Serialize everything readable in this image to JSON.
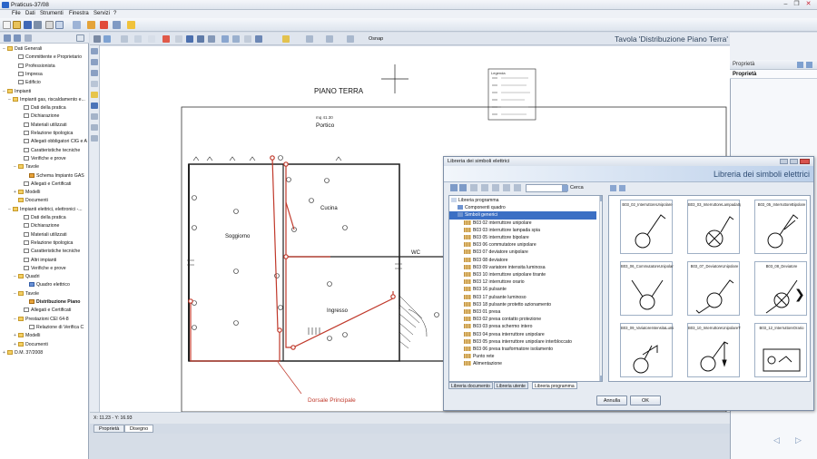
{
  "window": {
    "title": "Praticus-37/08",
    "controls": [
      "–",
      "❐",
      "✕"
    ]
  },
  "menu": [
    "File",
    "Dati",
    "Strumenti",
    "Finestra",
    "Servizi",
    "?"
  ],
  "left_tree": [
    {
      "label": "Dati Generali",
      "indent": 0,
      "pm": "–",
      "icon": "folder"
    },
    {
      "label": "Committente e Proprietario",
      "indent": 2,
      "icon": "doc"
    },
    {
      "label": "Professionista",
      "indent": 2,
      "icon": "doc"
    },
    {
      "label": "Impresa",
      "indent": 2,
      "icon": "doc"
    },
    {
      "label": "Edificio",
      "indent": 2,
      "icon": "doc"
    },
    {
      "label": "Impianti",
      "indent": 0,
      "pm": "–",
      "icon": "folder"
    },
    {
      "label": "Impianti gas, riscaldamento e...",
      "indent": 1,
      "pm": "–",
      "icon": "folder"
    },
    {
      "label": "Dati della pratica",
      "indent": 3,
      "icon": "doc"
    },
    {
      "label": "Dichiarazione",
      "indent": 3,
      "icon": "doc"
    },
    {
      "label": "Materiali utilizzati",
      "indent": 3,
      "icon": "doc"
    },
    {
      "label": "Relazione tipologica",
      "indent": 3,
      "icon": "doc"
    },
    {
      "label": "Allegati obbligatori CIG e A",
      "indent": 3,
      "icon": "doc"
    },
    {
      "label": "Caratteristiche tecniche",
      "indent": 3,
      "icon": "doc"
    },
    {
      "label": "Verifiche e prove",
      "indent": 3,
      "icon": "doc"
    },
    {
      "label": "Tavole",
      "indent": 2,
      "pm": "–",
      "icon": "folder"
    },
    {
      "label": "Schema Impianto GAS",
      "indent": 4,
      "icon": "red"
    },
    {
      "label": "Allegati e Certificati",
      "indent": 3,
      "icon": "doc"
    },
    {
      "label": "Modelli",
      "indent": 2,
      "pm": "+",
      "icon": "folder"
    },
    {
      "label": "Documenti",
      "indent": 2,
      "icon": "folder"
    },
    {
      "label": "Impianti elettrici, elettronici -...",
      "indent": 1,
      "pm": "–",
      "icon": "folder"
    },
    {
      "label": "Dati della pratica",
      "indent": 3,
      "icon": "doc"
    },
    {
      "label": "Dichiarazione",
      "indent": 3,
      "icon": "doc"
    },
    {
      "label": "Materiali utilizzati",
      "indent": 3,
      "icon": "doc"
    },
    {
      "label": "Relazione tipologica",
      "indent": 3,
      "icon": "doc"
    },
    {
      "label": "Caratteristiche tecniche",
      "indent": 3,
      "icon": "doc"
    },
    {
      "label": "Altri impianti",
      "indent": 3,
      "icon": "doc"
    },
    {
      "label": "Verifiche e prove",
      "indent": 3,
      "icon": "doc"
    },
    {
      "label": "Quadri",
      "indent": 2,
      "pm": "–",
      "icon": "folder"
    },
    {
      "label": "Quadro elettrico",
      "indent": 4,
      "icon": "blue"
    },
    {
      "label": "Tavole",
      "indent": 2,
      "pm": "–",
      "icon": "folder"
    },
    {
      "label": "Distribuzione Piano",
      "indent": 4,
      "icon": "red",
      "selected": true
    },
    {
      "label": "Allegati e Certificati",
      "indent": 3,
      "icon": "doc"
    },
    {
      "label": "Prestazioni CEI 64-8",
      "indent": 2,
      "pm": "–",
      "icon": "folder"
    },
    {
      "label": "Relazione di Verifica C",
      "indent": 4,
      "icon": "doc"
    },
    {
      "label": "Modelli",
      "indent": 2,
      "pm": "+",
      "icon": "folder"
    },
    {
      "label": "Documenti",
      "indent": 2,
      "pm": "+",
      "icon": "folder"
    },
    {
      "label": "D.M. 37/2008",
      "indent": 0,
      "pm": "+",
      "icon": "folder"
    }
  ],
  "drawing": {
    "view_title": "Tavola 'Distribuzione Piano Terra'",
    "osnap": "Osnap",
    "plan_title": "PIANO TERRA",
    "rooms": {
      "portico": "Portico",
      "portico_area": "mq 41.30",
      "cucina": "Cucina",
      "soggiorno": "Soggiorno",
      "ingresso": "Ingresso",
      "wc": "WC"
    },
    "dorsale": "Dorsale Principale",
    "legend": "Legenda",
    "coords": "X: 11.23 - Y: 16.93"
  },
  "bottom_tabs": [
    "Proprietà",
    "Disegno"
  ],
  "properties": {
    "header": "Proprietà",
    "sub": "Proprietà"
  },
  "dialog": {
    "title": "Libreria dei simboli elettrici",
    "banner": "Libreria dei simboli elettrici",
    "search_label": "Cerca",
    "tree": [
      {
        "label": "Libreria programma",
        "indent": 0,
        "kind": "root"
      },
      {
        "label": "Componenti quadro",
        "indent": 1,
        "kind": "folder"
      },
      {
        "label": "Simboli generici",
        "indent": 1,
        "kind": "folder",
        "highlight": true
      },
      {
        "label": "B03 02 interruttore unipolare",
        "indent": 2,
        "kind": "sym"
      },
      {
        "label": "B03 03 interruttore lampada spia",
        "indent": 2,
        "kind": "sym"
      },
      {
        "label": "B03 05 interruttore bipolare",
        "indent": 2,
        "kind": "sym"
      },
      {
        "label": "B03 06 commutatore unipolare",
        "indent": 2,
        "kind": "sym"
      },
      {
        "label": "B03 07 deviatore unipolare",
        "indent": 2,
        "kind": "sym"
      },
      {
        "label": "B03 08 deviatore",
        "indent": 2,
        "kind": "sym"
      },
      {
        "label": "B03 09 variatore intensita luminosa",
        "indent": 2,
        "kind": "sym"
      },
      {
        "label": "B03 10 interruttore unipolare tirante",
        "indent": 2,
        "kind": "sym"
      },
      {
        "label": "B03 12 interruttore orario",
        "indent": 2,
        "kind": "sym"
      },
      {
        "label": "B03 16 pulsante",
        "indent": 2,
        "kind": "sym"
      },
      {
        "label": "B03 17 pulsante luminoso",
        "indent": 2,
        "kind": "sym"
      },
      {
        "label": "B03 18 pulsante protetto azionamento",
        "indent": 2,
        "kind": "sym"
      },
      {
        "label": "B03 01 presa",
        "indent": 2,
        "kind": "sym"
      },
      {
        "label": "B03 02 presa contatto protezione",
        "indent": 2,
        "kind": "sym"
      },
      {
        "label": "B03 03 presa schermo intero",
        "indent": 2,
        "kind": "sym"
      },
      {
        "label": "B03 04 presa interruttore unipolare",
        "indent": 2,
        "kind": "sym"
      },
      {
        "label": "B03 05 presa interruttore unipolare interbloccato",
        "indent": 2,
        "kind": "sym"
      },
      {
        "label": "B03 06 presa trasformatore isolamento",
        "indent": 2,
        "kind": "sym"
      },
      {
        "label": "Punto rete",
        "indent": 2,
        "kind": "sym"
      },
      {
        "label": "Alimentazione",
        "indent": 2,
        "kind": "sym"
      }
    ],
    "tabs": [
      "Libreria documento",
      "Libreria utente",
      "Libreria programma"
    ],
    "symbols": [
      {
        "caption": "B03_02_InterruttoreUnipolare",
        "glyph": "switch1"
      },
      {
        "caption": "B03_03_InterruttoreLampadaSpia",
        "glyph": "lampspia"
      },
      {
        "caption": "B03_05_InterruttoreBipolare",
        "glyph": "switch2"
      },
      {
        "caption": "B03_06_CommutatoreUnipolare",
        "glyph": "commut"
      },
      {
        "caption": "B03_07_DeviatoreUnipolare",
        "glyph": "deviat"
      },
      {
        "caption": "B03_08_Deviatore",
        "glyph": "deviat2"
      },
      {
        "caption": "B03_09_VariatoreIntensitaLuminosa",
        "glyph": "variat"
      },
      {
        "caption": "B03_10_InterruttoreUnipolareTirante",
        "glyph": "tirante"
      },
      {
        "caption": "B03_12_InterruttoreOrario",
        "glyph": "orario"
      }
    ],
    "next": "❯",
    "cancel": "Annulla",
    "ok": "OK"
  }
}
